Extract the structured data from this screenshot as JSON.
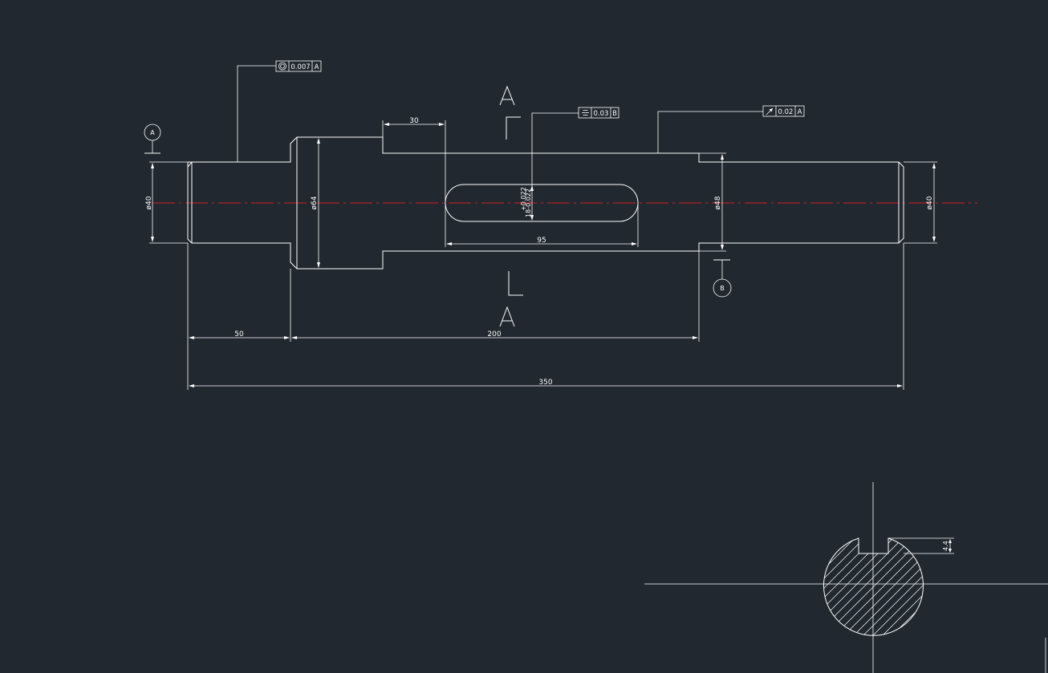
{
  "colors": {
    "background": "#212830",
    "lines": "#ffffff",
    "centerline": "#d42020"
  },
  "datums": {
    "a": "A",
    "b": "B"
  },
  "section_label": "A",
  "tolerances": {
    "concentricity": {
      "symbol_icon": "concentricity-icon",
      "value": "0.007",
      "datum": "A"
    },
    "symmetry": {
      "symbol_icon": "symmetry-icon",
      "value": "0.03",
      "datum": "B"
    },
    "runout": {
      "symbol_icon": "circular-runout-icon",
      "value": "0.02",
      "datum": "A"
    }
  },
  "dimensions": {
    "dia_left": "ø40",
    "dia_collar": "ø64",
    "dia_middle": "ø48",
    "dia_right": "ø40",
    "keyway_width_upper": "+0.022",
    "keyway_width_lower": "18-0.022",
    "keyway_length": "95",
    "keyway_offset": "30",
    "length_left": "50",
    "length_middle": "200",
    "length_total": "350",
    "section_depth": "4.4"
  }
}
